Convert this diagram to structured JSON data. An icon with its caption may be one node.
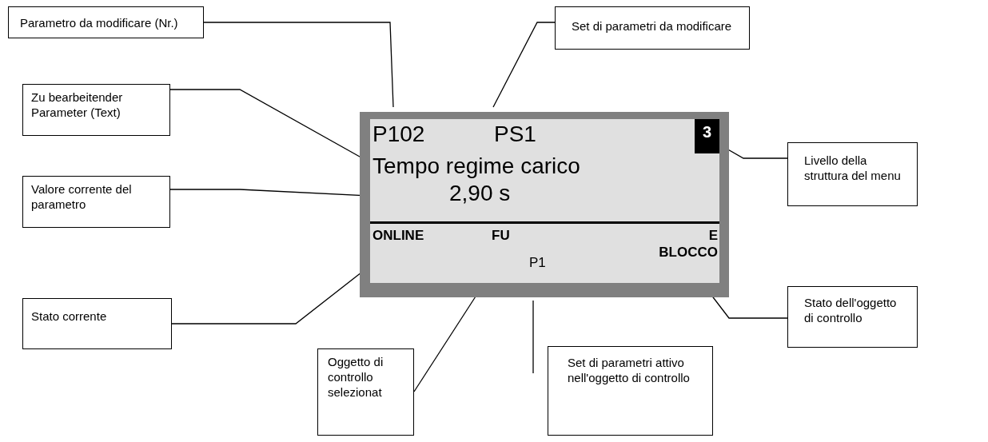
{
  "diagram": {
    "nodes": [
      {
        "text": [
          "Parametro da modificare (Nr.)"
        ]
      },
      {
        "text": [
          "Set di parametri da modificare"
        ]
      },
      {
        "text": [
          "Zu bearbeitender Parameter (Text)"
        ]
      },
      {
        "text": [
          "Valore corrente del parametro"
        ]
      },
      {
        "text": [
          "Livello della struttura del menu"
        ]
      },
      {
        "text": [
          "Stato corrente"
        ]
      },
      {
        "text": [
          "Stato dell'oggetto di controllo"
        ]
      },
      {
        "text": [
          "Oggetto di controllo selezionat"
        ]
      },
      {
        "text": [
          "Set di parametri attivo nell'oggetto di controllo"
        ]
      },
      {
        "text": [],
        "shape": "box"
      },
      {
        "text": [
          "P102"
        ],
        "in": 9
      },
      {
        "text": [
          "PS1"
        ],
        "in": 9
      },
      {
        "text": [
          "3"
        ],
        "in": 9
      },
      {
        "text": [
          "Tempo regime carico"
        ],
        "in": 9
      },
      {
        "text": [
          "2,90 s"
        ],
        "in": 9
      },
      {
        "text": [
          "ONLINE"
        ],
        "in": 9
      },
      {
        "text": [
          "FU"
        ],
        "in": 9
      },
      {
        "text": [
          "P1"
        ],
        "in": 9
      },
      {
        "text": [
          "E BLOCCO"
        ],
        "in": 9
      }
    ],
    "edges": [
      {
        "from": 0,
        "to": 10,
        "arrow": "none"
      },
      {
        "from": 1,
        "to": 11,
        "arrow": "none"
      },
      {
        "from": 2,
        "to": 13,
        "arrow": "none"
      },
      {
        "from": 3,
        "to": 14,
        "arrow": "none"
      },
      {
        "from": 4,
        "to": 12,
        "arrow": "none"
      },
      {
        "from": 5,
        "to": 15,
        "arrow": "none"
      },
      {
        "from": 6,
        "to": 18,
        "arrow": "none"
      },
      {
        "from": 7,
        "to": 16,
        "arrow": "none"
      },
      {
        "from": 8,
        "to": 17,
        "arrow": "none"
      }
    ]
  }
}
